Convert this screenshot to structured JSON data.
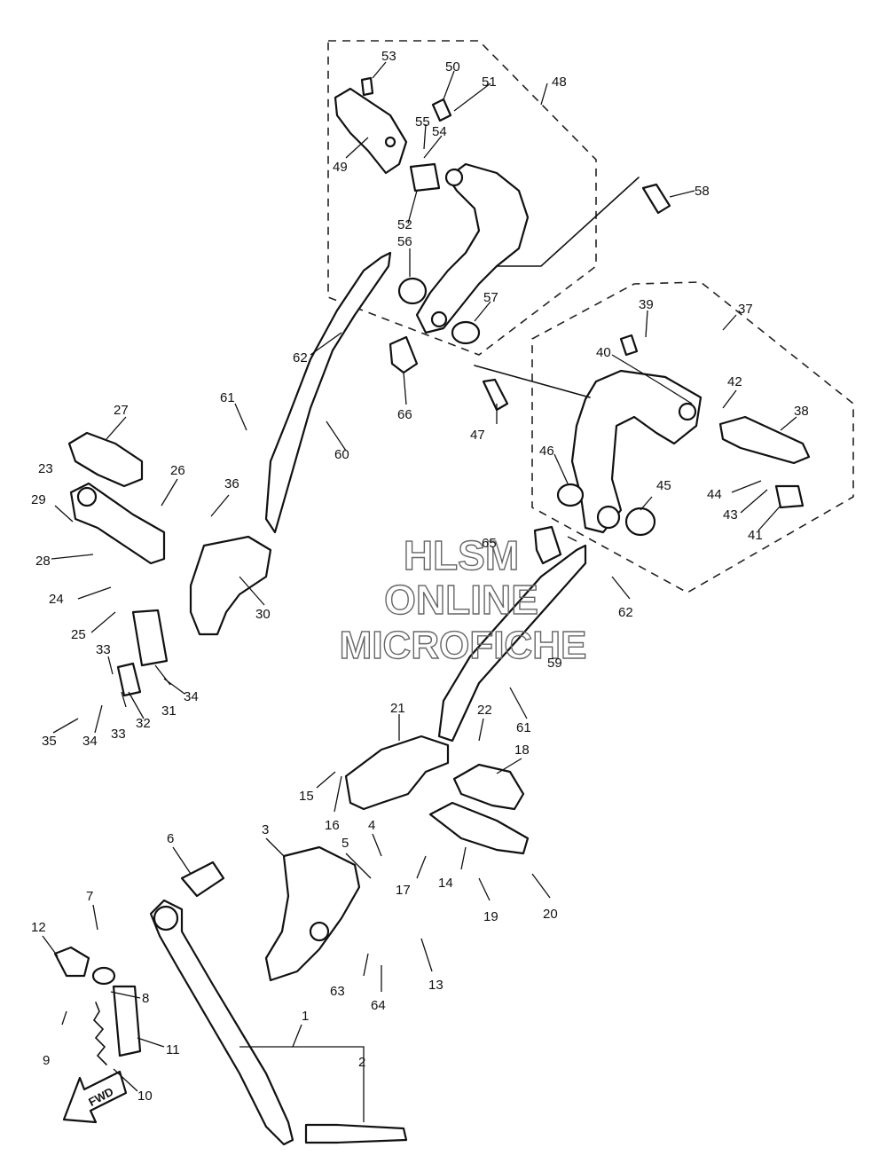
{
  "watermark": {
    "line1": "HLSM",
    "line2": "ONLINE",
    "line3": "MICROFICHE"
  },
  "direction_arrow": {
    "label": "FWD",
    "icon": "forward-arrow-icon"
  },
  "callouts": [
    "1",
    "2",
    "3",
    "4",
    "5",
    "6",
    "7",
    "8",
    "9",
    "10",
    "11",
    "12",
    "13",
    "14",
    "15",
    "16",
    "17",
    "18",
    "19",
    "20",
    "21",
    "22",
    "23",
    "24",
    "25",
    "26",
    "27",
    "28",
    "29",
    "30",
    "31",
    "32",
    "33",
    "33",
    "34",
    "34",
    "35",
    "36",
    "37",
    "38",
    "39",
    "40",
    "41",
    "42",
    "43",
    "44",
    "45",
    "46",
    "47",
    "48",
    "49",
    "50",
    "51",
    "52",
    "53",
    "54",
    "55",
    "56",
    "57",
    "58",
    "59",
    "60",
    "61",
    "61",
    "62",
    "62",
    "63",
    "64",
    "65",
    "66"
  ]
}
